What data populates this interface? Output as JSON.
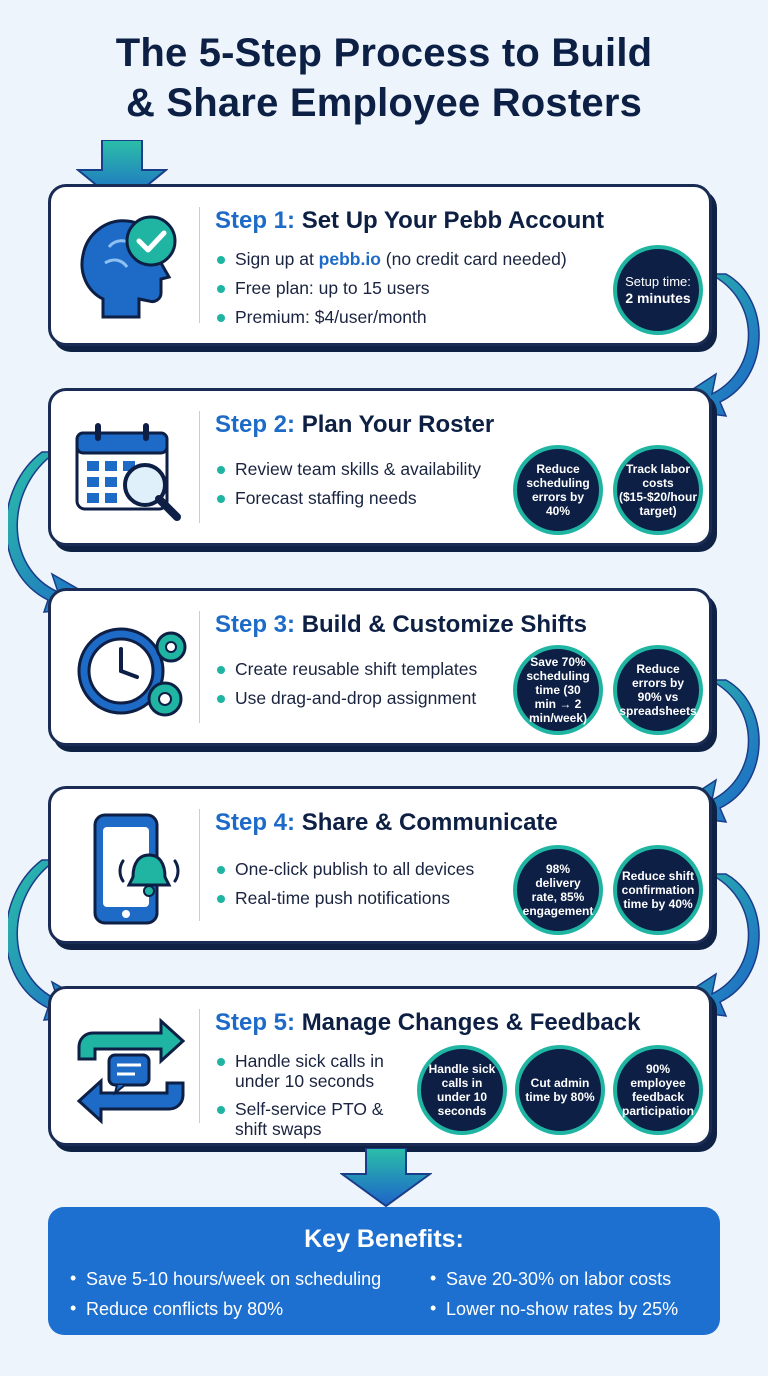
{
  "title": {
    "line1": "The 5-Step Process to Build",
    "line2": "& Share Employee Rosters"
  },
  "steps": [
    {
      "num": "Step 1:",
      "title": "Set Up Your Pebb Account",
      "icon": "head-checkmark-icon",
      "bullets": [
        {
          "link": "pebb.io",
          "pre": "Sign up at ",
          "post": " (no credit card needed)"
        },
        {
          "text": "Free plan: up to 15 users"
        },
        {
          "text": "Premium: $4/user/month"
        }
      ],
      "badges": [
        {
          "label": "Setup time:",
          "value": "2 minutes"
        }
      ]
    },
    {
      "num": "Step 2:",
      "title": "Plan Your Roster",
      "icon": "calendar-magnifier-icon",
      "bullets": [
        {
          "text": "Review team skills & availability"
        },
        {
          "text": "Forecast staffing needs"
        }
      ],
      "badges": [
        {
          "text": "Reduce scheduling errors by 40%"
        },
        {
          "text": "Track labor costs ($15-$20/hour target)"
        }
      ]
    },
    {
      "num": "Step 3:",
      "title": "Build & Customize Shifts",
      "icon": "clock-gears-icon",
      "bullets": [
        {
          "text": "Create reusable shift templates"
        },
        {
          "text": "Use drag-and-drop assignment"
        }
      ],
      "badges": [
        {
          "text": "Save 70% scheduling time (30 min → 2 min/week)"
        },
        {
          "text": "Reduce errors by 90% vs spreadsheets"
        }
      ]
    },
    {
      "num": "Step 4:",
      "title": "Share & Communicate",
      "icon": "phone-bell-icon",
      "bullets": [
        {
          "text": "One-click publish to all devices"
        },
        {
          "text": "Real-time push notifications"
        }
      ],
      "badges": [
        {
          "text": "98% delivery rate, 85% engagement"
        },
        {
          "text": "Reduce shift confirmation time by 40%"
        }
      ]
    },
    {
      "num": "Step 5:",
      "title": "Manage Changes & Feedback",
      "icon": "swap-arrows-chat-icon",
      "bullets": [
        {
          "text": "Handle sick calls in under 10 seconds"
        },
        {
          "text": "Self-service PTO & shift swaps"
        }
      ],
      "badges": [
        {
          "text": "Handle sick calls in under 10 seconds"
        },
        {
          "text": "Cut admin time by 80%"
        },
        {
          "text": "90% employee feedback participation"
        }
      ]
    }
  ],
  "benefits": {
    "title": "Key Benefits:",
    "items": [
      "Save 5-10 hours/week on scheduling",
      "Save 20-30% on labor costs",
      "Reduce conflicts by 80%",
      "Lower no-show rates by 25%"
    ]
  },
  "colors": {
    "navy": "#0d1f45",
    "accent_blue": "#1d6bc7",
    "teal": "#1fb5a2",
    "benefits_bg": "#1d6fd0"
  }
}
